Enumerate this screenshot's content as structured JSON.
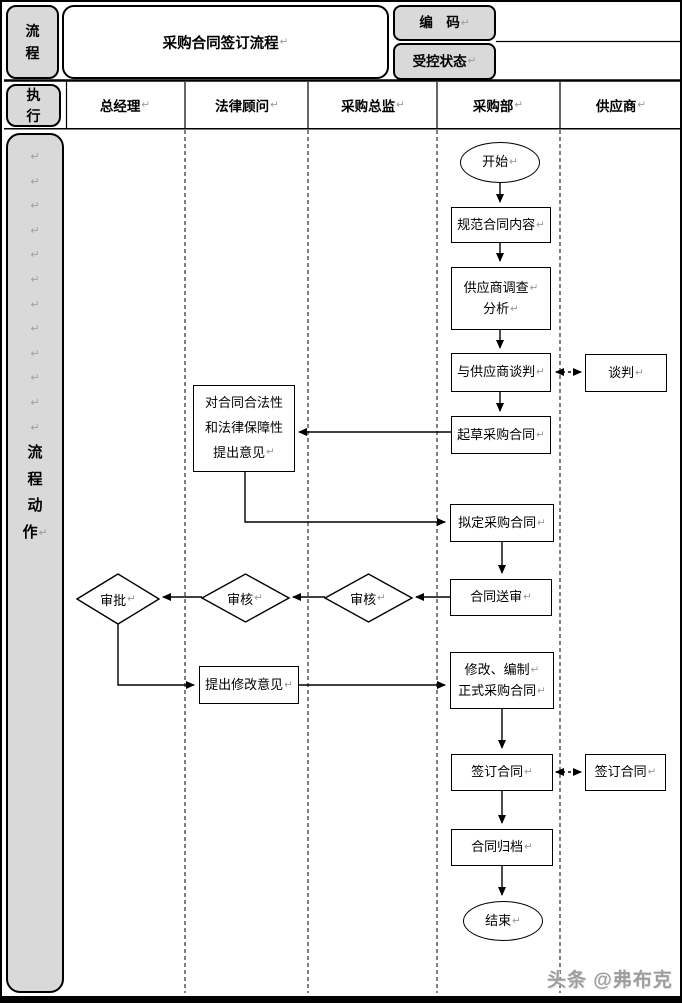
{
  "glyphs": {
    "return_mark": "↵"
  },
  "header": {
    "process_label": {
      "l1": "流",
      "l2": "程"
    },
    "title": "采购合同签订流程",
    "code_label": "编　码",
    "controlled_label": "受控状态",
    "execute_label": {
      "l1": "执",
      "l2": "行"
    },
    "columns": [
      {
        "label": "总经理"
      },
      {
        "label": "法律顾问"
      },
      {
        "label": "采购总监"
      },
      {
        "label": "采购部"
      },
      {
        "label": "供应商"
      }
    ]
  },
  "sidebar": {
    "label_chars": {
      "c1": "流",
      "c2": "程",
      "c3": "动",
      "c4": "作"
    }
  },
  "flow": {
    "nodes": {
      "start": {
        "t": "开始"
      },
      "standardize": {
        "t": "规范合同内容"
      },
      "survey": {
        "l1": "供应商调查",
        "l2": "分析"
      },
      "negotiate": {
        "t": "与供应商谈判"
      },
      "talk": {
        "t": "谈判"
      },
      "draft": {
        "t": "起草采购合同"
      },
      "legal": {
        "l1": "对合同合法性",
        "l2": "和法律保障性",
        "l3": "提出意见"
      },
      "formulate": {
        "t": "拟定采购合同"
      },
      "submit": {
        "t": "合同送审"
      },
      "review_director": {
        "t": "审核"
      },
      "review_legal": {
        "t": "审核"
      },
      "approve": {
        "t": "审批"
      },
      "propose": {
        "t": "提出修改意见"
      },
      "revise": {
        "l1": "修改、编制",
        "l2": "正式采购合同"
      },
      "sign": {
        "t": "签订合同"
      },
      "sign_supplier": {
        "t": "签订合同"
      },
      "archive": {
        "t": "合同归档"
      },
      "end": {
        "t": "结束"
      }
    }
  },
  "page": {
    "watermark": "头条 @弗布克"
  },
  "colors": {
    "header_fill": "#d9d9d9",
    "line": "#000000",
    "return_mark": "#9b9b9b",
    "watermark": "#9d9d9d"
  }
}
